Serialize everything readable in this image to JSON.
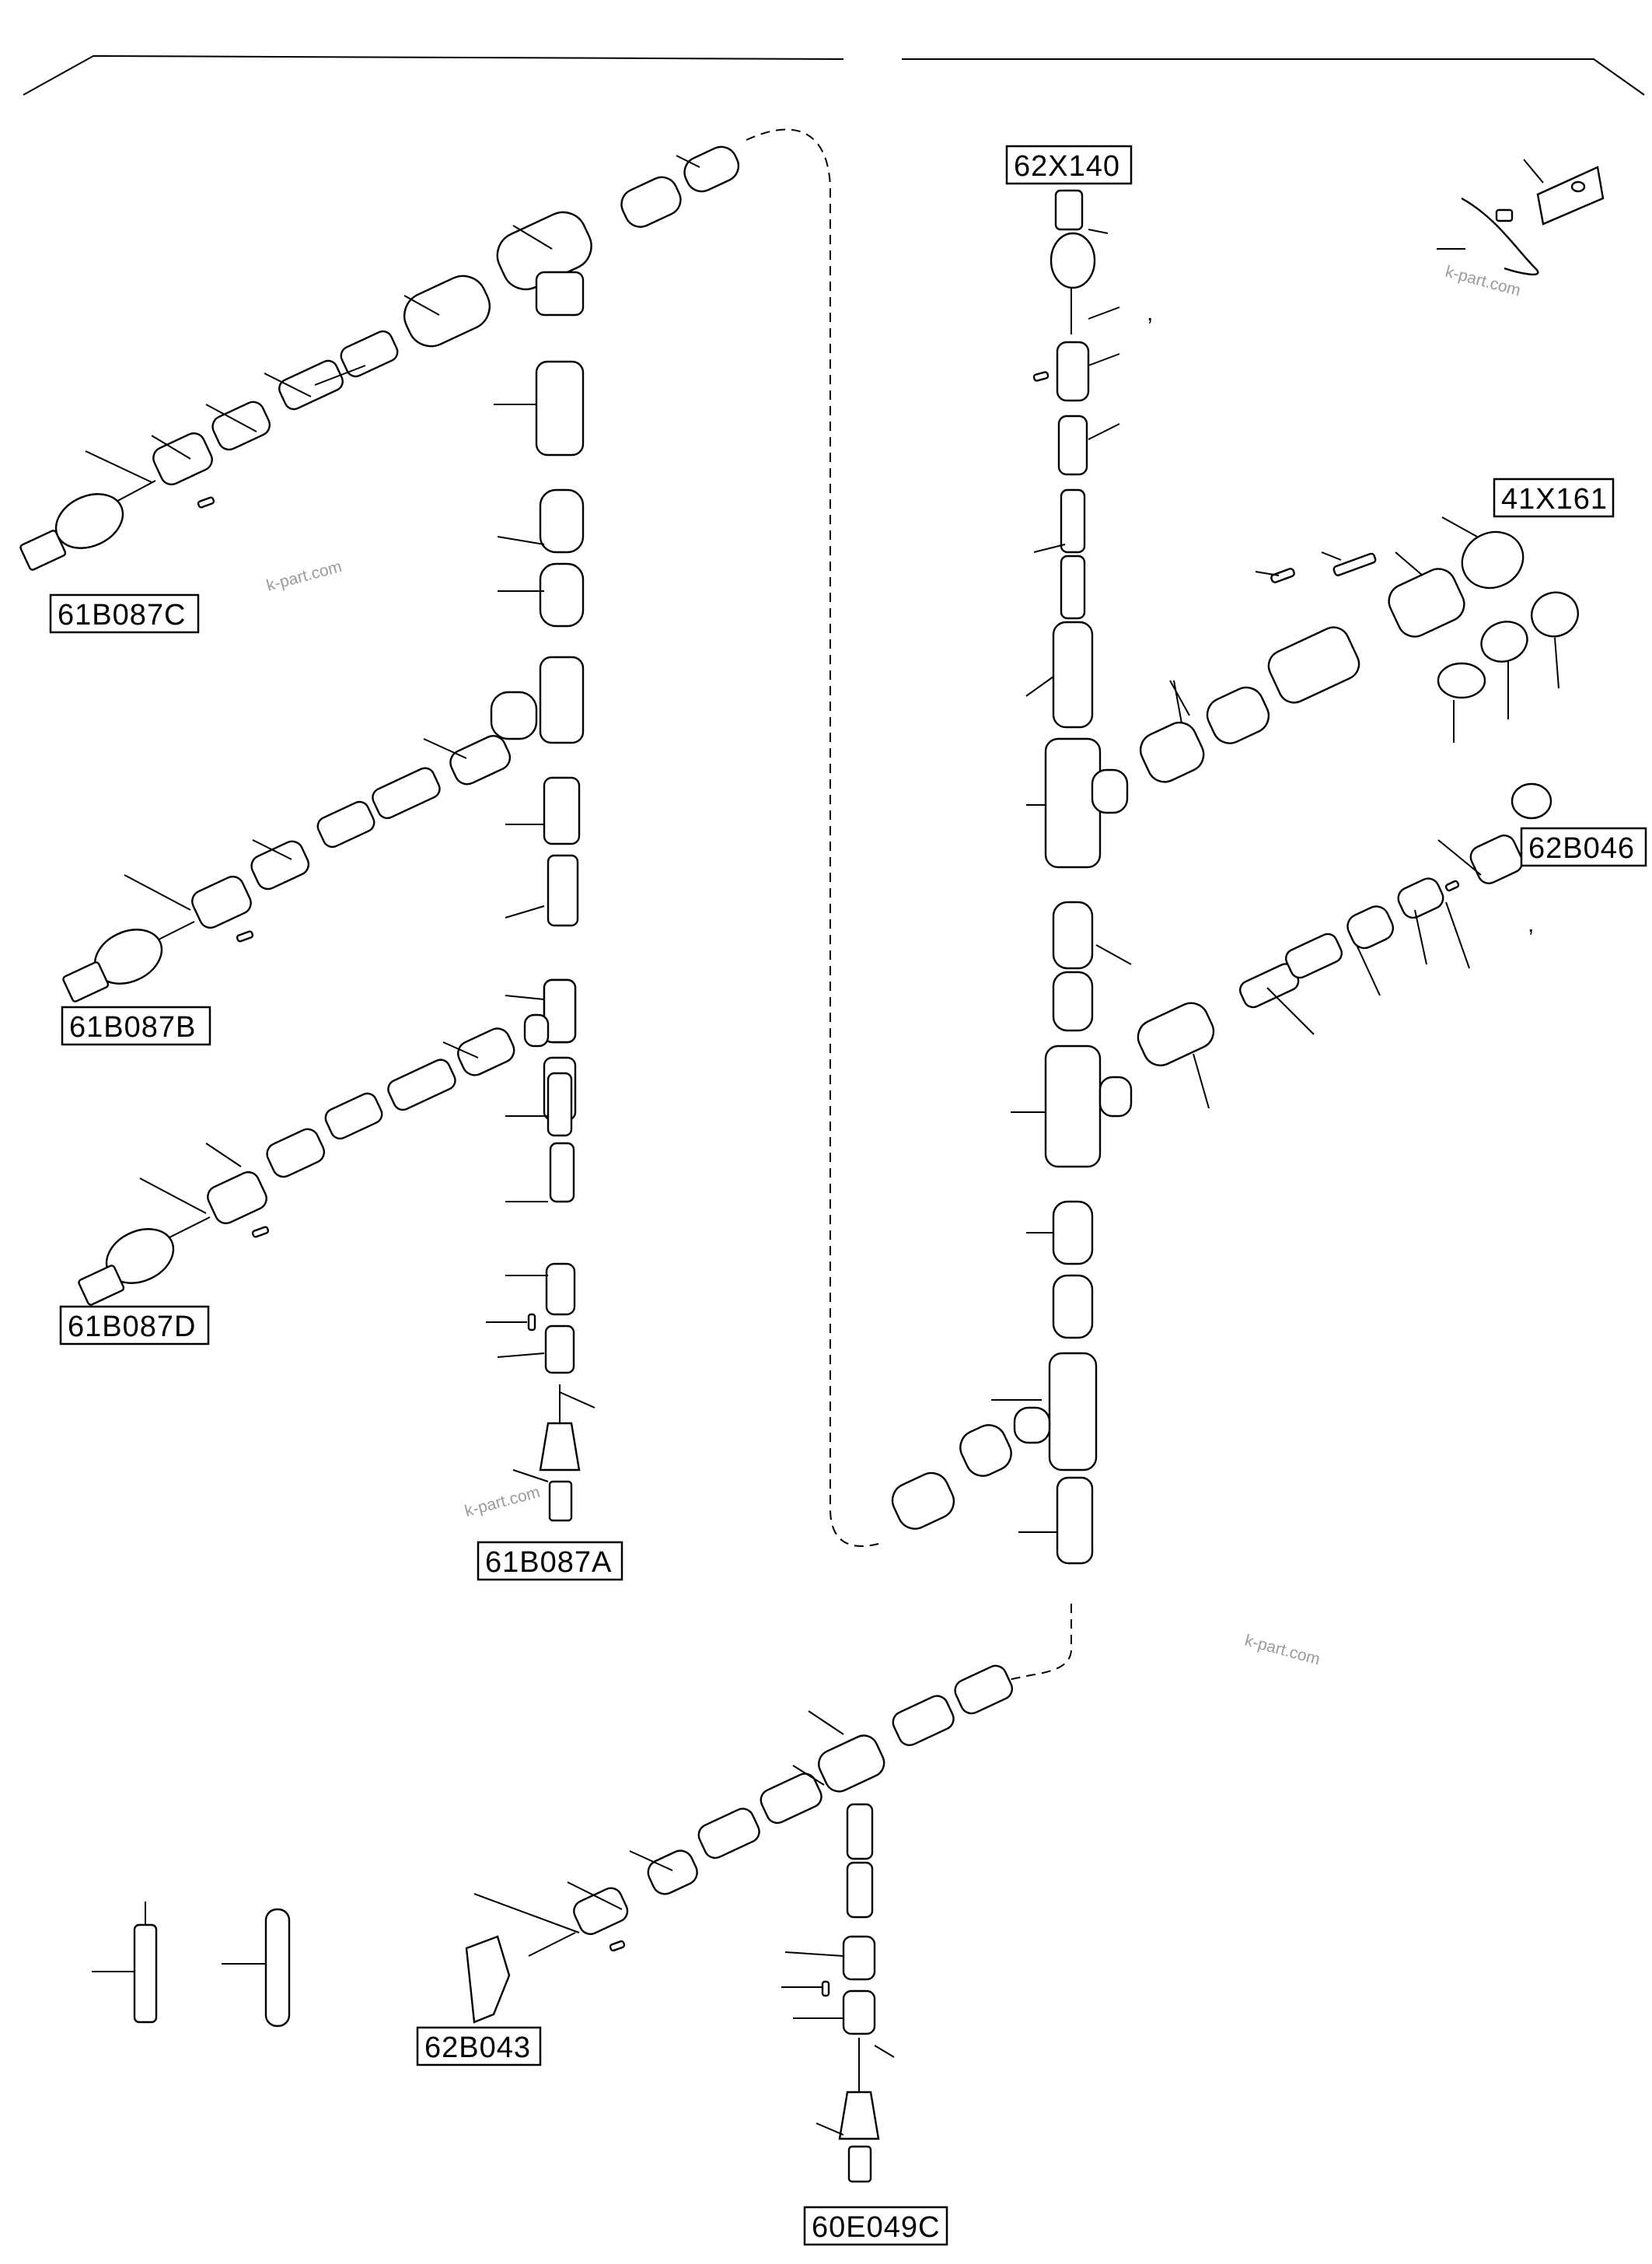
{
  "references": [
    {
      "id": "61b087c",
      "label": "61B087C"
    },
    {
      "id": "61b087b",
      "label": "61B087B"
    },
    {
      "id": "61b087d",
      "label": "61B087D"
    },
    {
      "id": "61b087a",
      "label": "61B087A"
    },
    {
      "id": "62x140",
      "label": "62X140"
    },
    {
      "id": "41x161",
      "label": "41X161"
    },
    {
      "id": "62b046",
      "label": "62B046"
    },
    {
      "id": "62b043",
      "label": "62B043"
    },
    {
      "id": "60e049c",
      "label": "60E049C"
    }
  ],
  "watermark": "k-part.com",
  "comma_mark": ","
}
